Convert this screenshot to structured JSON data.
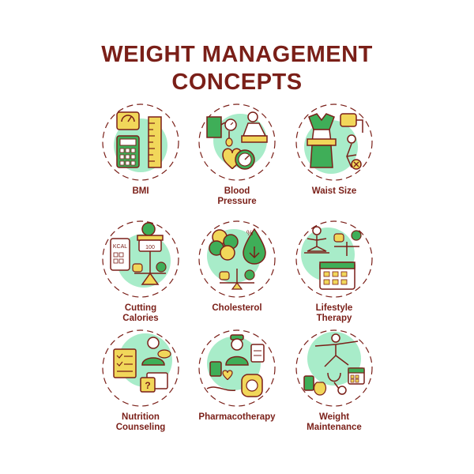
{
  "title": {
    "line1": "WEIGHT MANAGEMENT",
    "line2": "CONCEPTS"
  },
  "colors": {
    "title": "#7a1f18",
    "accent_mint": "#a8ecc9",
    "accent_yellow": "#f1d75a",
    "accent_green": "#3fae58",
    "outline": "#7a1f18"
  },
  "concepts": [
    {
      "line1": "BMI",
      "line2": "",
      "icon": "scale-calculator-ruler-icon"
    },
    {
      "line1": "Blood",
      "line2": "Pressure",
      "icon": "blood-pressure-monitor-icon"
    },
    {
      "line1": "Waist Size",
      "line2": "",
      "icon": "waist-measuring-tape-icon"
    },
    {
      "line1": "Cutting",
      "line2": "Calories",
      "icon": "kcal-scale-icon"
    },
    {
      "line1": "Cholesterol",
      "line2": "",
      "icon": "cholesterol-drop-icon"
    },
    {
      "line1": "Lifestyle",
      "line2": "Therapy",
      "icon": "yoga-calendar-icon"
    },
    {
      "line1": "Nutrition",
      "line2": "Counseling",
      "icon": "nutritionist-checklist-icon"
    },
    {
      "line1": "Pharmacotherapy",
      "line2": "",
      "icon": "doctor-pills-icon"
    },
    {
      "line1": "Weight",
      "line2": "Maintenance",
      "icon": "exercise-stethoscope-icon"
    }
  ]
}
